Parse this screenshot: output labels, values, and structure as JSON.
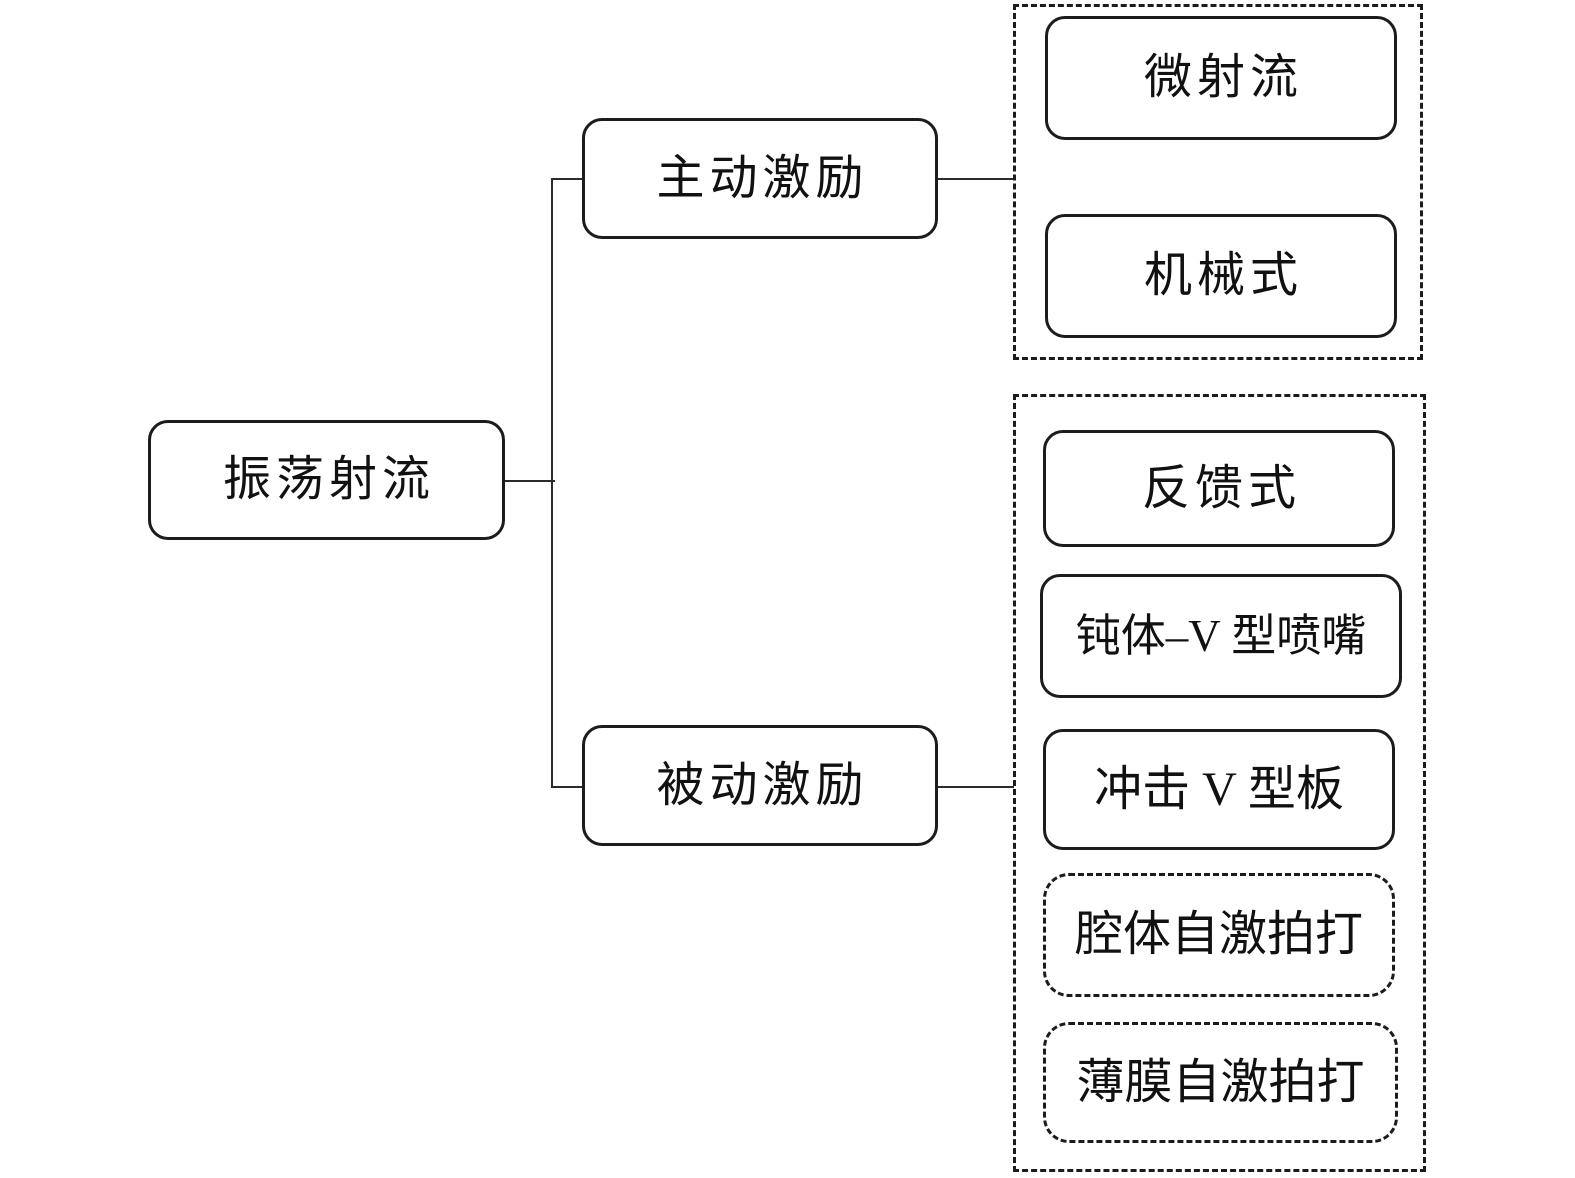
{
  "diagram": {
    "root": {
      "label": "振荡射流"
    },
    "level2": [
      {
        "label": "主动激励"
      },
      {
        "label": "被动激励"
      }
    ],
    "active_group": {
      "items": [
        {
          "label": "微射流",
          "style": "solid"
        },
        {
          "label": "机械式",
          "style": "solid"
        }
      ]
    },
    "passive_group": {
      "items": [
        {
          "label": "反馈式",
          "style": "solid"
        },
        {
          "label": "钝体–V 型喷嘴",
          "style": "solid"
        },
        {
          "label": "冲击 V 型板",
          "style": "solid"
        },
        {
          "label": "腔体自激拍打",
          "style": "dashed"
        },
        {
          "label": "薄膜自激拍打",
          "style": "dashed"
        }
      ]
    },
    "colors": {
      "border": "#1c1c1c",
      "line": "#2b2b2b",
      "background": "#ffffff",
      "text": "#111111"
    }
  }
}
